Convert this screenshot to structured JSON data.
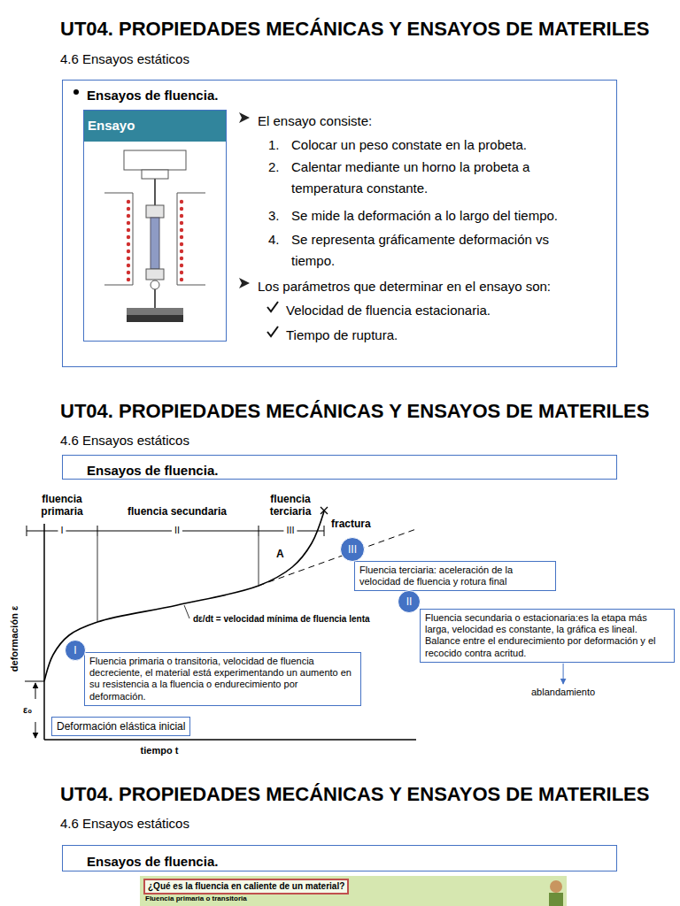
{
  "diagram": {
    "title": "UT04. PROPIEDADES MECÁNICAS Y ENSAYOS DE MATERILES",
    "nodes": [
      {
        "text": [
          "Ensayos de fluencia.",
          "El ensayo consiste:",
          "1.",
          "Colocar un peso constate en la probeta.",
          "2.",
          "Calentar mediante un horno la probeta a temperatura constante.",
          "3.",
          "Se mide la deformación a lo largo del tiempo.",
          "4.",
          "Se representa gráficamente deformación vs tiempo.",
          "Los parámetros que determinar en el ensayo son:",
          "Velocidad de fluencia estacionaria.",
          "Tiempo de ruptura."
        ]
      },
      {
        "text": [
          "Ensayo"
        ],
        "in": 0
      },
      {
        "text": [
          "Ensayos de fluencia."
        ]
      },
      {
        "text": [
          "I"
        ]
      },
      {
        "text": [
          "Fluencia primaria o transitoria, velocidad de fluencia decreciente, el material está experimentando un aumento en su resistencia a la fluencia o endurecimiento por deformación."
        ]
      },
      {
        "text": [
          "Deformación elástica inicial"
        ]
      },
      {
        "text": [
          "II"
        ]
      },
      {
        "text": [
          "Fluencia secundaria o estacionaria:es la etapa más larga, velocidad es constante, la gráfica es lineal. Balance entre el endurecimiento por deformación y el recocido contra acritud."
        ]
      },
      {
        "text": [
          "III"
        ]
      },
      {
        "text": [
          "Fluencia terciaria: aceleración de la velocidad de fluencia y rotura final"
        ]
      },
      {
        "text": [
          "Ensayos de fluencia."
        ]
      },
      {
        "text": [
          "¿Qué es la fluencia en caliente de un material?"
        ]
      }
    ],
    "labels": [
      "4.6 Ensayos estáticos",
      "UT04. PROPIEDADES MECÁNICAS Y ENSAYOS DE MATERILES",
      "4.6 Ensayos estáticos",
      "fluencia primaria",
      "fluencia secundaria",
      "fluencia terciaria",
      "I",
      "II",
      "III",
      "fractura",
      "A",
      "dε/dt = velocidad mínima de fluencia lenta",
      "deformación ε",
      "ε₀",
      "tiempo t",
      "ablandamiento",
      "UT04. PROPIEDADES MECÁNICAS Y ENSAYOS DE MATERILES",
      "4.6 Ensayos estáticos",
      "Fluencia primaria o transitoria"
    ]
  }
}
